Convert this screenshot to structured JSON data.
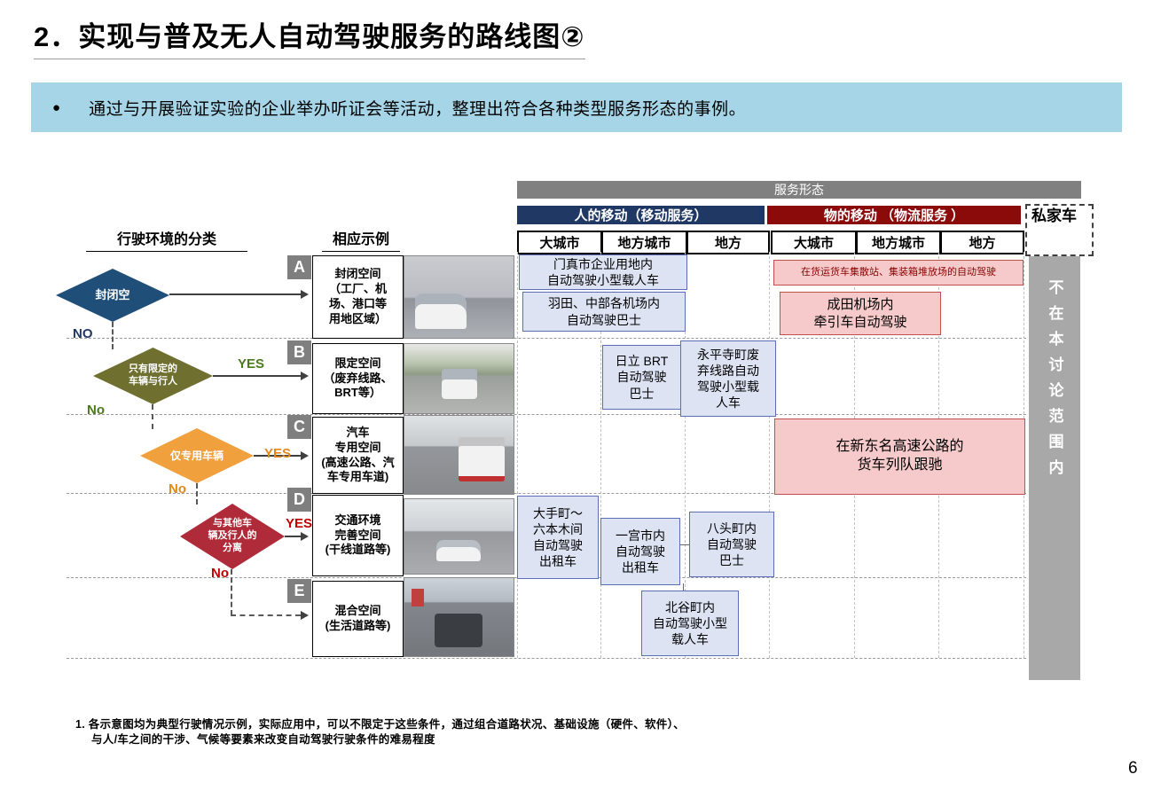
{
  "page": {
    "title": "2．实现与普及无人自动驾驶服务的路线图②",
    "banner_bullet": "●",
    "banner_text": "通过与开展验证实验的企业举办听证会等活动，整理出符合各种类型服务形态的事例。",
    "footnote_line1": "1. 各示意图均为典型行驶情况示例，实际应用中，可以不限定于这些条件，通过组合道路状况、基础设施（硬件、软件）、",
    "footnote_line2": "与人/车之间的干涉、气候等要素来改变自动驾驶行驶条件的难易程度",
    "page_number": "6"
  },
  "matrix": {
    "service_header": "服务形态",
    "group_people": "人的移动（移动服务）",
    "group_goods": "物的移动 （物流服务 ）",
    "private_car": "私家车",
    "columns": [
      "大城市",
      "地方城市",
      "地方",
      "大城市",
      "地方城市",
      "地方"
    ],
    "out_of_scope": "不在本讨论范围内"
  },
  "flowchart": {
    "env_header": "行驶环境的分类",
    "example_header": "相应示例",
    "diamonds": [
      {
        "label": "封闭空",
        "color": "#1f4e79"
      },
      {
        "label": "只有限定的\n车辆与行人",
        "color": "#6f7030"
      },
      {
        "label": "仅专用车辆",
        "color": "#f0a03c"
      },
      {
        "label": "与其他车\n辆及行人的\n分离",
        "color": "#b02b3a"
      }
    ],
    "labels": {
      "no1": "NO",
      "yes2": "YES",
      "no2": "No",
      "yes3": "YES",
      "no3": "No",
      "yes4": "YES",
      "no4": "No"
    },
    "rows": [
      {
        "letter": "A",
        "box": "封闭空间\n（工厂、机\n场、港口等\n用地区域）"
      },
      {
        "letter": "B",
        "box": "限定空间\n（废弃线路、\nBRT等）"
      },
      {
        "letter": "C",
        "box": "汽车\n专用空间\n(高速公路、汽\n车专用车道)"
      },
      {
        "letter": "D",
        "box": "交通环境\n完善空间\n(干线道路等)"
      },
      {
        "letter": "E",
        "box": "混合空间\n(生活道路等)"
      }
    ]
  },
  "cells": {
    "a1": "门真市企业用地内\n自动驾驶小型载人车",
    "a2": "羽田、中部各机场内\n自动驾驶巴士",
    "a3": "在货运货车集散站、集装箱堆放场的自动驾驶",
    "a4": "成田机场内\n牵引车自动驾驶",
    "b1": "日立 BRT\n自动驾驶\n巴士",
    "b2": "永平寺町废\n弃线路自动\n驾驶小型载\n人车",
    "c1": "在新东名高速公路的\n货车列队跟驰",
    "d1": "大手町～\n六本木间\n自动驾驶\n出租车",
    "d2": "一宫市内\n自动驾驶\n出租车",
    "d3": "八头町内\n自动驾驶\n巴士",
    "e1": "北谷町内\n自动驾驶小型\n载人车"
  },
  "colors": {
    "banner_bg": "#a6d5e7",
    "service_header_bg": "#808080",
    "people_header_bg": "#1f3864",
    "goods_header_bg": "#8b0a0a",
    "cell_people_bg": "#dde3f3",
    "cell_people_border": "#5a6fb5",
    "cell_goods_bg": "#f6caca",
    "cell_goods_border": "#c05050",
    "out_of_scope_bg": "#a8a8a8"
  }
}
